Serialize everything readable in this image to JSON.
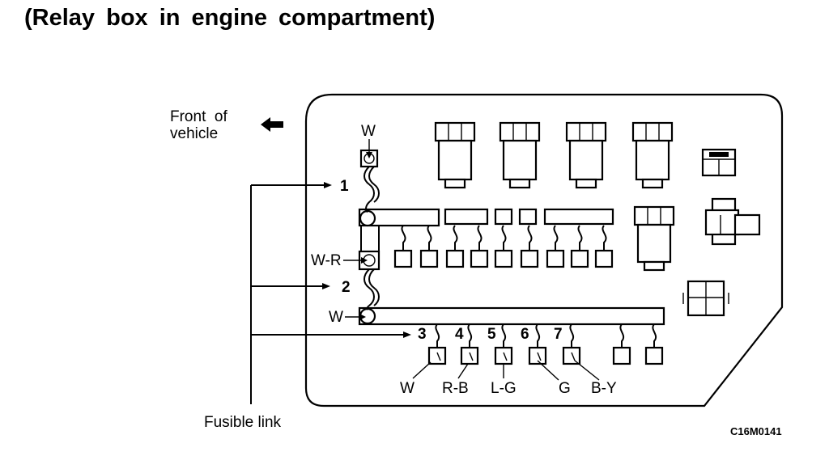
{
  "title": "(Relay box in engine compartment)",
  "front_label_line1": "Front  of",
  "front_label_line2": "vehicle",
  "wire_colors": {
    "top": "W",
    "mid": "W-R",
    "low": "W",
    "link3": "W",
    "link4": "R-B",
    "link5": "L-G",
    "link6": "G",
    "link7": "B-Y"
  },
  "fusible_link_numbers": [
    "1",
    "2",
    "3",
    "4",
    "5",
    "6",
    "7"
  ],
  "fusible_link_label": "Fusible link",
  "figure_code": "C16M0141"
}
